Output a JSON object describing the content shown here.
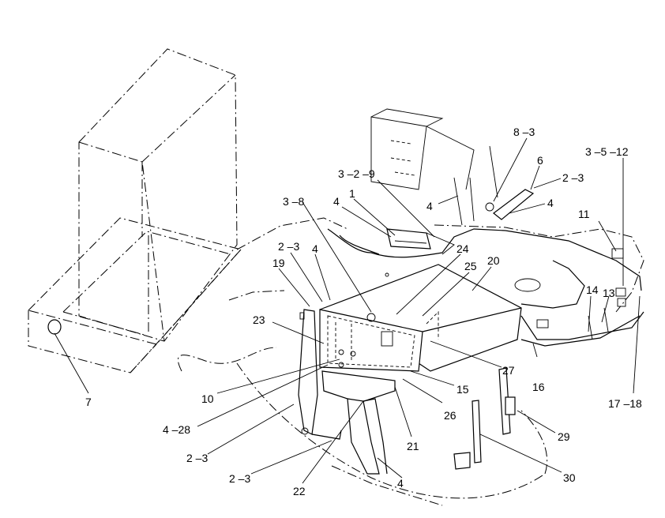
{
  "labels": {
    "l7": "7",
    "l3_8": "3 –8",
    "l4_a": "4",
    "l1": "1",
    "l3_2_9": "3 –2 –9",
    "l8_3": "8 –3",
    "l6": "6",
    "l2_3_a": "2 –3",
    "l4_b": "4",
    "l4_c": "4",
    "l3_5_12": "3 –5 –12",
    "l11": "11",
    "l2_3_b": "2 –3",
    "l4_d": "4",
    "l19": "19",
    "l24": "24",
    "l25": "25",
    "l20": "20",
    "l14": "14",
    "l13": "13",
    "l23": "23",
    "l10": "10",
    "l4_28": "4 –28",
    "l15": "15",
    "l27": "27",
    "l16": "16",
    "l17_18": "17 –18",
    "l26": "26",
    "l21": "21",
    "l2_3_c": "2 –3",
    "l2_3_d": "2 –3",
    "l22": "22",
    "l4_e": "4",
    "l29": "29",
    "l30": "30"
  }
}
